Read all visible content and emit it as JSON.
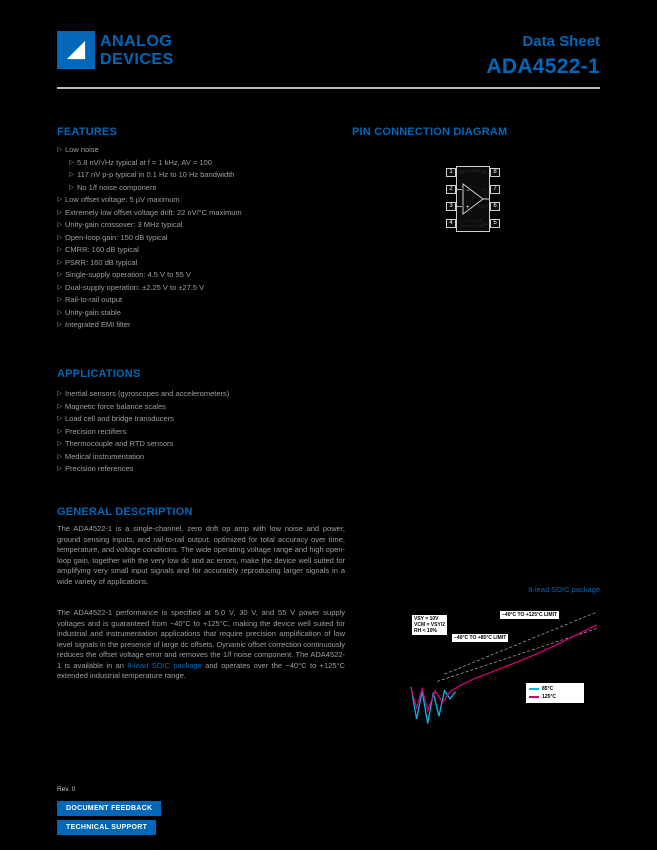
{
  "accent": {
    "blue": "#0067b9",
    "cyan": "#00b7e8",
    "magenta": "#d6006e"
  },
  "header": {
    "brand_line1": "ANALOG",
    "brand_line2": "DEVICES",
    "doc_type": "Data Sheet",
    "part_number": "ADA4522-1"
  },
  "features": {
    "title": "FEATURES",
    "items": [
      {
        "t": "Low noise",
        "indent": 0
      },
      {
        "t": "5.8 nV/√Hz typical at f = 1 kHz, AV = 100",
        "indent": 1
      },
      {
        "t": "117 nV p-p typical in 0.1 Hz to 10 Hz bandwidth",
        "indent": 1
      },
      {
        "t": "No 1/f noise component",
        "indent": 1
      },
      {
        "t": "Low offset voltage: 5 µV maximum",
        "indent": 0
      },
      {
        "t": "Extremely low offset voltage drift: 22 nV/°C maximum",
        "indent": 0
      },
      {
        "t": "Unity-gain crossover: 3 MHz typical",
        "indent": 0
      },
      {
        "t": "Open-loop gain: 150 dB typical",
        "indent": 0
      },
      {
        "t": "CMRR: 160 dB typical",
        "indent": 0
      },
      {
        "t": "PSRR: 160 dB typical",
        "indent": 0
      },
      {
        "t": "Single-supply operation: 4.5 V to 55 V",
        "indent": 0
      },
      {
        "t": "Dual-supply operation: ±2.25 V to ±27.5 V",
        "indent": 0
      },
      {
        "t": "Rail-to-rail output",
        "indent": 0
      },
      {
        "t": "Unity-gain stable",
        "indent": 0
      },
      {
        "t": "Integrated EMI filter",
        "indent": 0
      }
    ]
  },
  "applications": {
    "title": "APPLICATIONS",
    "items": [
      "Inertial sensors (gyroscopes and accelerometers)",
      "Magnetic force balance scales",
      "Load cell and bridge transducers",
      "Precision rectifiers",
      "Thermocouple and RTD sensors",
      "Medical instrumentation",
      "Precision references"
    ]
  },
  "general_description": {
    "title": "GENERAL DESCRIPTION",
    "p1": "The ADA4522-1 is a single-channel, zero drift op amp with low noise and power, ground sensing inputs, and rail-to-rail output, optimized for total accuracy over time, temperature, and voltage conditions. The wide operating voltage range and high open-loop gain, together with the very low dc and ac errors, make the device well suited for amplifying very small input signals and for accurately reproducing larger signals in a wide variety of applications.",
    "p2_before": "The ADA4522-1 performance is specified at 5.0 V, 30 V, and 55 V power supply voltages and is guaranteed from −40°C to +125°C, making the device well suited for industrial and instrumentation applications that require precision amplification of low level signals in the presence of large dc offsets. Dynamic offset correction continuously reduces the offset voltage error and removes the 1/f noise component. The ADA4522-1 is available in an ",
    "p2_link": "8-lead SOIC package",
    "p2_after": " and operates over the −40°C to +125°C extended industrial temperature range."
  },
  "pin_diagram": {
    "title": "PIN CONNECTION DIAGRAM",
    "part_label": "ADA4522-1",
    "view_label": "TOP VIEW",
    "view_sub": "(Not to Scale)",
    "left_pins": [
      {
        "num": "1",
        "name": "NC"
      },
      {
        "num": "2",
        "name": "−IN"
      },
      {
        "num": "3",
        "name": "+IN"
      },
      {
        "num": "4",
        "name": "V−"
      }
    ],
    "right_pins": [
      {
        "num": "8",
        "name": "NC"
      },
      {
        "num": "7",
        "name": "V+"
      },
      {
        "num": "6",
        "name": "OUT"
      },
      {
        "num": "5",
        "name": "NC"
      }
    ]
  },
  "links": {
    "figure_link": "8-lead SOIC package"
  },
  "chart_data": {
    "type": "line",
    "title": "",
    "xlabel": "",
    "ylabel": "",
    "xlim": [
      0,
      100
    ],
    "ylim": [
      -5,
      9
    ],
    "grid": false,
    "series": [
      {
        "name": "85°C",
        "color": "#00b7e8",
        "points": [
          [
            0,
            -0.4
          ],
          [
            3,
            -3.9
          ],
          [
            6,
            -0.9
          ],
          [
            9,
            -4.4
          ],
          [
            12,
            -1.0
          ],
          [
            15,
            -3.6
          ],
          [
            18,
            -0.8
          ],
          [
            21,
            -1.7
          ],
          [
            24,
            -0.9
          ]
        ]
      },
      {
        "name": "125°C",
        "color": "#d6006e",
        "points": [
          [
            0,
            -0.5
          ],
          [
            3,
            -2.7
          ],
          [
            6,
            -0.6
          ],
          [
            9,
            -3.0
          ],
          [
            13,
            -0.8
          ],
          [
            17,
            -2.1
          ],
          [
            21,
            -0.9
          ],
          [
            27,
            -0.2
          ],
          [
            34,
            0.5
          ],
          [
            43,
            1.2
          ],
          [
            53,
            2.0
          ],
          [
            64,
            2.9
          ],
          [
            75,
            3.9
          ],
          [
            87,
            5.1
          ],
          [
            100,
            6.4
          ]
        ]
      }
    ],
    "limits": [
      {
        "label": "−40°C TO +125°C LIMIT",
        "points": [
          [
            18,
            1.0
          ],
          [
            100,
            7.8
          ]
        ]
      },
      {
        "label": "−40°C TO +85°C LIMIT",
        "points": [
          [
            14,
            0.2
          ],
          [
            100,
            6.0
          ]
        ]
      }
    ],
    "conditions": [
      "VSY = 10V",
      "VCM = VSY/2",
      "RH < 10%"
    ],
    "legend": [
      "85°C",
      "125°C"
    ],
    "legend_position": "bottom-right"
  },
  "footer": {
    "rev": "Rev. 0",
    "feedback_button": "DOCUMENT FEEDBACK",
    "support_button": "TECHNICAL SUPPORT"
  }
}
